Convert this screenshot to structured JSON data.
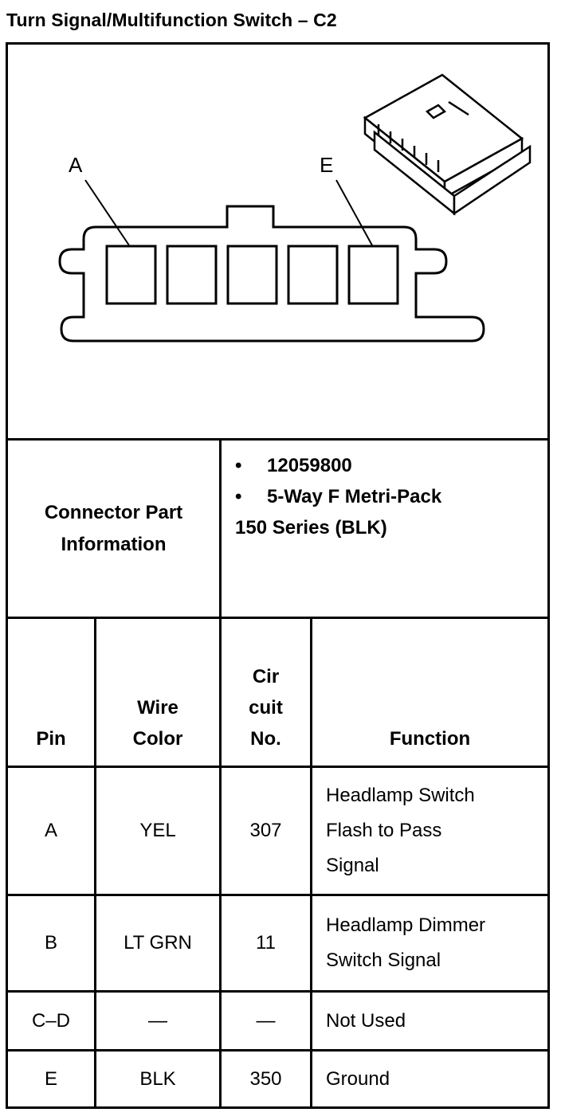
{
  "title": "Turn Signal/Multifunction Switch – C2",
  "diagram": {
    "label_a": "A",
    "label_e": "E"
  },
  "connector_info": {
    "label": [
      "Connector Part",
      "Information"
    ],
    "bullets": [
      "12059800",
      "5-Way F Metri-Pack"
    ],
    "continuation": "150 Series (BLK)",
    "bullet_char": "•"
  },
  "table": {
    "headers": {
      "pin": [
        "Pin"
      ],
      "wire_color": [
        "Wire",
        "Color"
      ],
      "circuit": [
        "Cir",
        "cuit",
        "No."
      ],
      "function": [
        "Function"
      ]
    },
    "rows": [
      {
        "pin": "A",
        "wire": "YEL",
        "circuit": "307",
        "function": [
          "Headlamp Switch",
          "Flash to Pass",
          "Signal"
        ]
      },
      {
        "pin": "B",
        "wire": "LT GRN",
        "circuit": "11",
        "function": [
          "Headlamp Dimmer",
          "Switch Signal"
        ]
      },
      {
        "pin": "C–D",
        "wire": "—",
        "circuit": "—",
        "function": [
          "Not Used"
        ]
      },
      {
        "pin": "E",
        "wire": "BLK",
        "circuit": "350",
        "function": [
          "Ground"
        ]
      }
    ]
  }
}
